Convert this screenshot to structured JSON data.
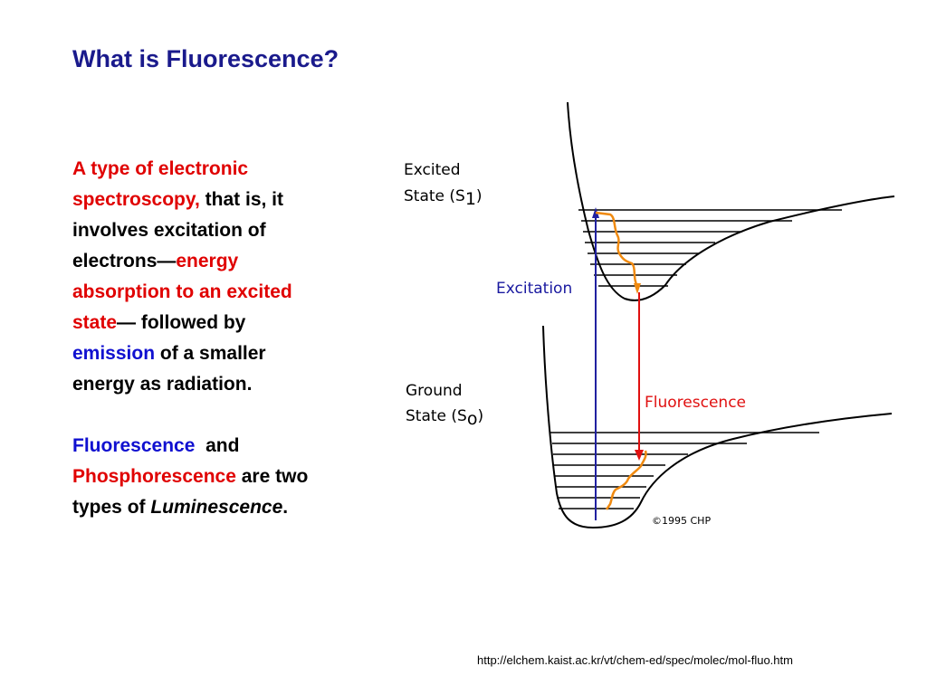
{
  "slide": {
    "title": "What is Fluorescence?",
    "paragraph1": [
      {
        "text": "A type of electronic spectroscopy,",
        "color": "red"
      },
      {
        "text": " that is, it involves excitation of electrons—",
        "color": "black"
      },
      {
        "text": "energy absorption to an excited state",
        "color": "red"
      },
      {
        "text": "— followed by ",
        "color": "black"
      },
      {
        "text": "emission",
        "color": "blue"
      },
      {
        "text": " of a smaller energy as radiation.",
        "color": "black"
      }
    ],
    "paragraph2": {
      "fluorescence": "Fluorescence",
      "and": "and",
      "phosphorescence": "Phosphorescence",
      "are": "are two types of",
      "luminescence": "Luminescence",
      "period": "."
    },
    "source_url": "http://elchem.kaist.ac.kr/vt/chem-ed/spec/molec/mol-fluo.htm"
  },
  "diagram": {
    "excited_label_1": "Excited",
    "excited_label_2": "State (S",
    "excited_sub": "1",
    "excited_close": ")",
    "ground_label_1": "Ground",
    "ground_label_2": "State (S",
    "ground_sub": "o",
    "ground_close": ")",
    "excitation_label": "Excitation",
    "fluorescence_label": "Fluorescence",
    "copyright": "©1995 CHP",
    "colors": {
      "excitation": "#2020a0",
      "fluorescence": "#e01010",
      "relaxation": "#f08a10",
      "label_blue": "#1a1aa0",
      "label_red": "#e01010"
    }
  }
}
